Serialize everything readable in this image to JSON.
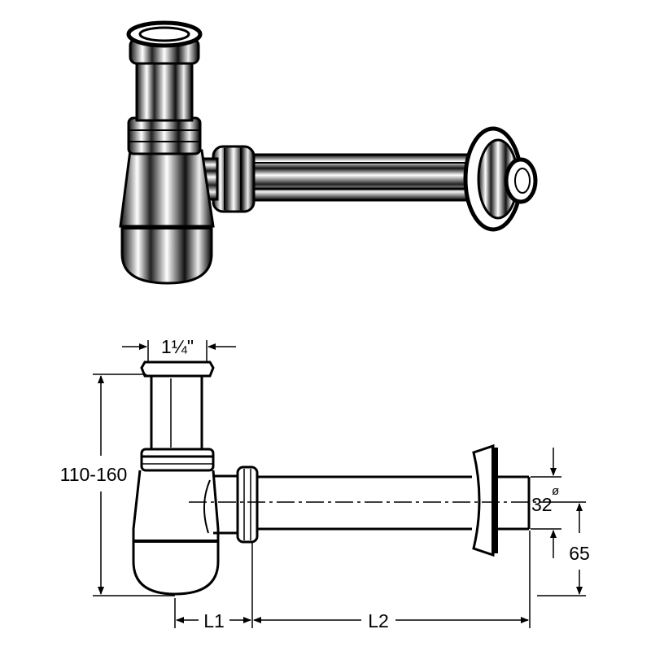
{
  "diagram": {
    "labels": {
      "inlet_size": "1¼\"",
      "height_range": "110-160",
      "pipe_diameter": "32",
      "diameter_symbol": "ø",
      "outlet_height": "65",
      "l1": "L1",
      "l2": "L2"
    },
    "colors": {
      "ink": "#000000",
      "paper": "#ffffff"
    }
  }
}
